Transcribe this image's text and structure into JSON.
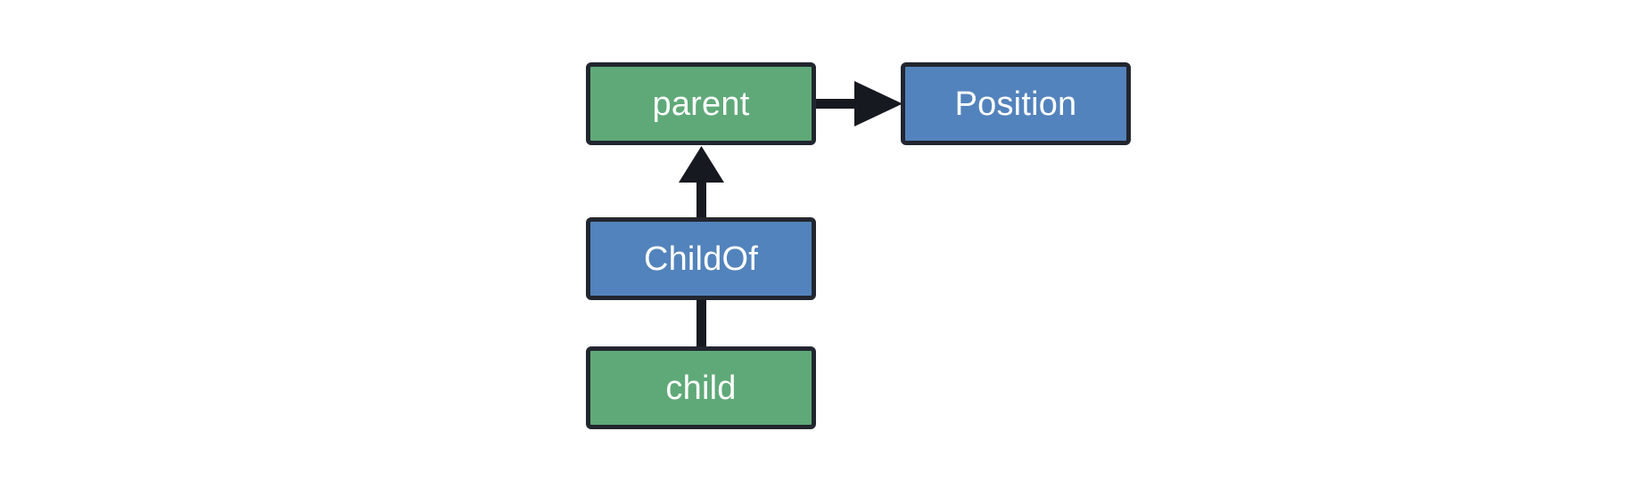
{
  "diagram": {
    "title": "parent-child relationship with Position component",
    "background_color": "#ffffff",
    "palette": {
      "entity_fill": "#5fa978",
      "component_fill": "#5383bc",
      "node_border": "#22262f",
      "edge_color": "#16191f",
      "label_color": "#ffffff"
    },
    "nodes": [
      {
        "id": "parent",
        "label": "parent",
        "kind": "entity",
        "fill": "#5fa978"
      },
      {
        "id": "position",
        "label": "Position",
        "kind": "component",
        "fill": "#5383bc"
      },
      {
        "id": "childof",
        "label": "ChildOf",
        "kind": "component",
        "fill": "#5383bc"
      },
      {
        "id": "child",
        "label": "child",
        "kind": "entity",
        "fill": "#5fa978"
      }
    ],
    "edges": [
      {
        "id": "parent-to-position",
        "from": "parent",
        "to": "position",
        "style": "arrow",
        "direction": "right"
      },
      {
        "id": "childof-to-parent",
        "from": "childof",
        "to": "parent",
        "style": "arrow",
        "direction": "up"
      },
      {
        "id": "child-to-childof",
        "from": "child",
        "to": "childof",
        "style": "line",
        "direction": "none"
      }
    ]
  }
}
